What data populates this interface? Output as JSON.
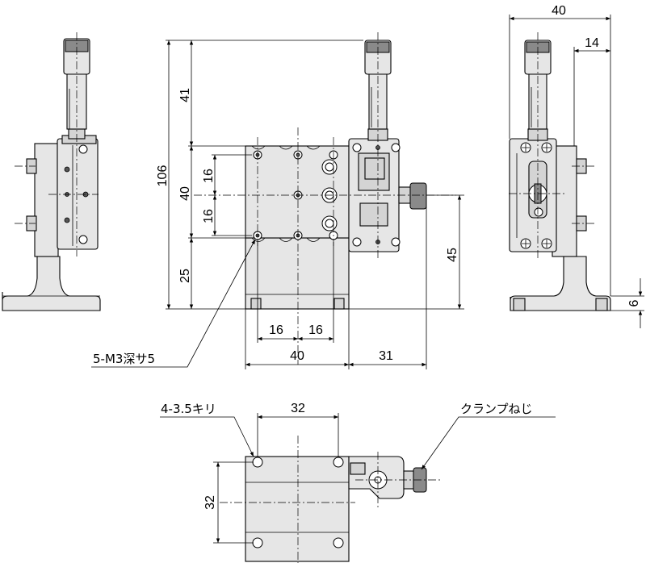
{
  "dimensions": {
    "front_height_total": "106",
    "front_upper": "41",
    "front_middle": "40",
    "front_lower": "25",
    "front_hole_pitch_upper": "16",
    "front_hole_pitch_lower": "16",
    "front_bottom_pitch_left": "16",
    "front_bottom_pitch_right": "16",
    "front_width": "40",
    "front_knob_offset": "31",
    "front_knob_height": "45",
    "side_width": "40",
    "side_knob_offset": "14",
    "side_base_thickness": "6",
    "top_hole_pitch_x": "32",
    "top_hole_pitch_y": "32"
  },
  "notes": {
    "tapped_holes": "5-M3深サ5",
    "through_holes": "4-3.5キリ",
    "clamp_screw": "クランプねじ"
  }
}
